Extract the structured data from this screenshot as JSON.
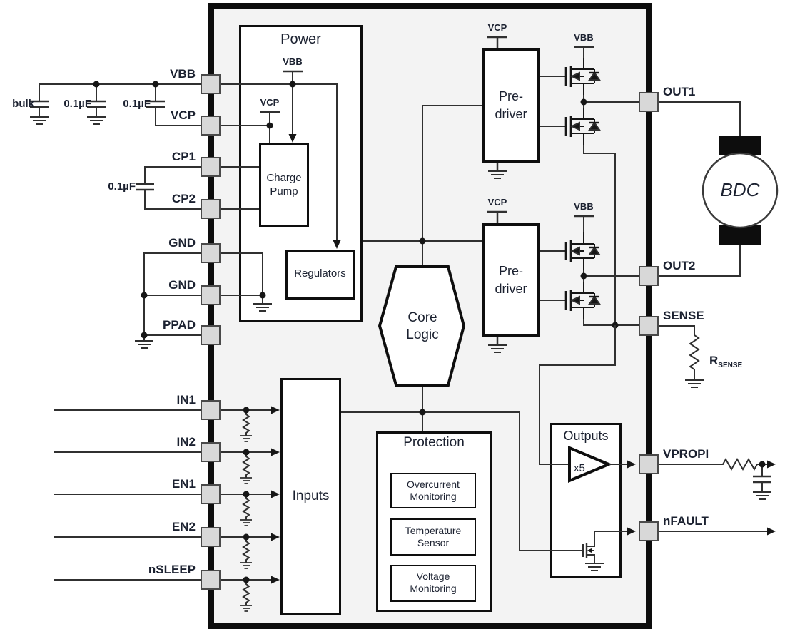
{
  "colors": {
    "chip_fill": "#f3f3f3",
    "block_fill": "#ffffff",
    "pad_fill": "#d8d8d8",
    "line": "#303030",
    "text": "#1b2130"
  },
  "left_pins": [
    {
      "label": "VBB"
    },
    {
      "label": "VCP"
    },
    {
      "label": "CP1"
    },
    {
      "label": "CP2"
    },
    {
      "label": "GND"
    },
    {
      "label": "GND"
    },
    {
      "label": "PPAD"
    },
    {
      "label": "IN1"
    },
    {
      "label": "IN2"
    },
    {
      "label": "EN1"
    },
    {
      "label": "EN2"
    },
    {
      "label": "nSLEEP"
    }
  ],
  "right_pins": [
    {
      "label": "OUT1"
    },
    {
      "label": "OUT2"
    },
    {
      "label": "SENSE"
    },
    {
      "label": "VPROPI"
    },
    {
      "label": "nFAULT"
    }
  ],
  "rails": {
    "vbb": "VBB",
    "vcp": "VCP"
  },
  "blocks": {
    "power": "Power",
    "charge_pump": [
      "Charge",
      "Pump"
    ],
    "regulators": "Regulators",
    "core_logic": [
      "Core",
      "Logic"
    ],
    "pre_driver": [
      "Pre-",
      "driver"
    ],
    "inputs": "Inputs",
    "protection": "Protection",
    "overcurrent": [
      "Overcurrent",
      "Monitoring"
    ],
    "temperature": [
      "Temperature",
      "Sensor"
    ],
    "voltage": [
      "Voltage",
      "Monitoring"
    ],
    "outputs": "Outputs",
    "amp_gain": "x5"
  },
  "external": {
    "bulk_cap": "bulk",
    "cap_vbb": "0.1µF",
    "cap_vcp": "0.1µF",
    "cap_cp": "0.1µF",
    "motor": "BDC",
    "rsense_main": "R",
    "rsense_sub": "SENSE"
  }
}
